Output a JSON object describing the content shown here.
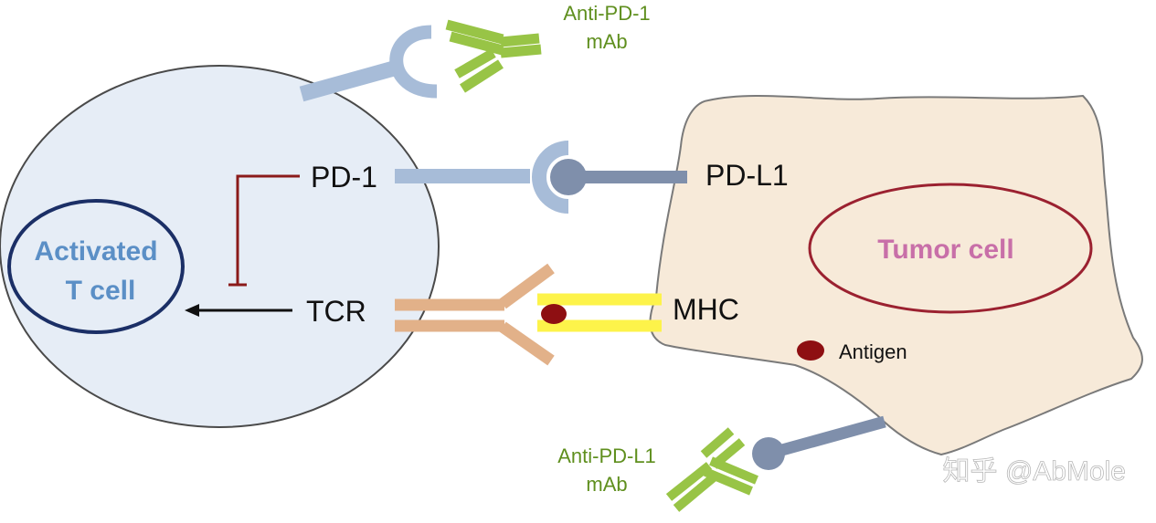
{
  "labels": {
    "anti_pd1_line1": "Anti-PD-1",
    "anti_pd1_line2": "mAb",
    "pd1": "PD-1",
    "pdl1": "PD-L1",
    "activated_line1": "Activated",
    "activated_line2": "T cell",
    "tumor_cell": "Tumor cell",
    "tcr": "TCR",
    "mhc": "MHC",
    "antigen": "Antigen",
    "anti_pdl1_line1": "Anti-PD-L1",
    "anti_pdl1_line2": "mAb",
    "watermark": "知乎 @AbMole"
  },
  "colors": {
    "t_cell_fill": "#e6edf6",
    "tumor_fill": "#f7ead9",
    "receptor_blue": "#a7bcd8",
    "ligand_gray": "#7f8fab",
    "antibody_green": "#98c446",
    "tcr_tan": "#e2b189",
    "mhc_yellow": "#fdf34a",
    "inhibit_red": "#8b1a1a",
    "nucleus_t_border": "#1b2f66",
    "nucleus_tumor_border": "#9b2130",
    "antigen_red": "#8e0f12"
  }
}
